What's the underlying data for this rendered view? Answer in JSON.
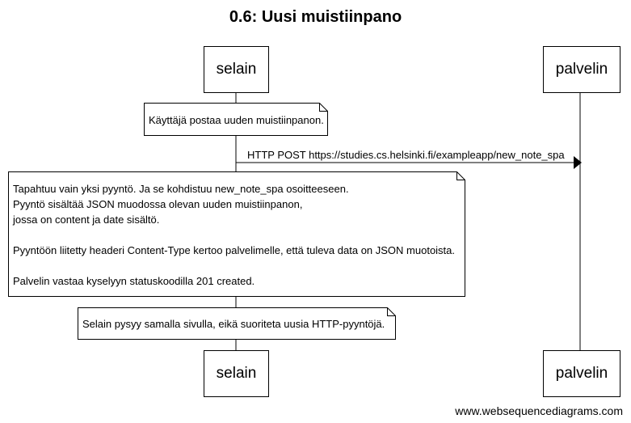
{
  "diagram": {
    "title": "0.6: Uusi muistiinpano",
    "participants": {
      "browser": "selain",
      "server": "palvelin"
    },
    "notes": [
      {
        "over": "selain",
        "lines": [
          "Käyttäjä postaa uuden muistiinpanon."
        ]
      },
      {
        "over": "selain",
        "lines": [
          "Tapahtuu vain yksi pyyntö. Ja se kohdistuu new_note_spa osoitteeseen.",
          "Pyyntö sisältää JSON muodossa olevan uuden muistiinpanon,",
          "jossa on content ja date sisältö.",
          "",
          "Pyyntöön liitetty headeri Content-Type kertoo palvelimelle, että tuleva data on JSON muotoista.",
          "",
          "Palvelin vastaa kyselyyn statuskoodilla 201 created."
        ]
      },
      {
        "over": "selain",
        "lines": [
          "Selain pysyy samalla sivulla, eikä suoriteta uusia HTTP-pyyntöjä."
        ]
      }
    ],
    "messages": [
      {
        "from": "selain",
        "to": "palvelin",
        "label": "HTTP POST https://studies.cs.helsinki.fi/exampleapp/new_note_spa"
      }
    ],
    "watermark": "www.websequencediagrams.com"
  }
}
